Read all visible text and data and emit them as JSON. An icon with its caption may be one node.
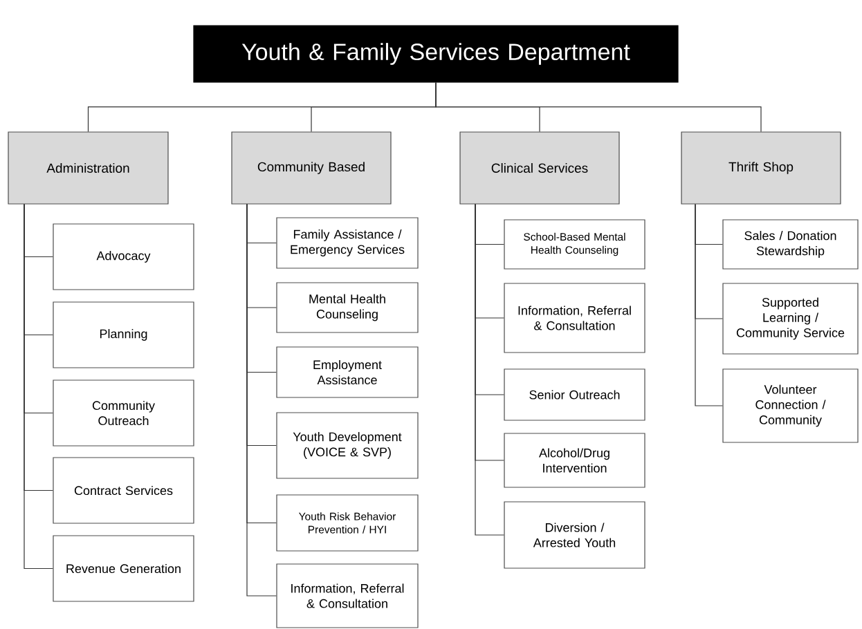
{
  "diagram": {
    "nodes": [
      {
        "text": [
          "Youth & Family Services Department"
        ]
      },
      {
        "text": [
          "Administration"
        ]
      },
      {
        "text": [
          "Community Based"
        ]
      },
      {
        "text": [
          "Clinical Services"
        ]
      },
      {
        "text": [
          "Thrift Shop"
        ]
      },
      {
        "text": [
          "Advocacy"
        ]
      },
      {
        "text": [
          "Planning"
        ]
      },
      {
        "text": [
          "Community Outreach"
        ]
      },
      {
        "text": [
          "Contract Services"
        ]
      },
      {
        "text": [
          "Revenue Generation"
        ]
      },
      {
        "text": [
          "Family Assistance / Emergency Services"
        ]
      },
      {
        "text": [
          "Mental Health Counseling"
        ]
      },
      {
        "text": [
          "Employment Assistance"
        ]
      },
      {
        "text": [
          "Youth Development (VOICE & SVP)"
        ]
      },
      {
        "text": [
          "Youth Risk Behavior Prevention / HYI"
        ]
      },
      {
        "text": [
          "Information, Referral & Consultation"
        ]
      },
      {
        "text": [
          "School-Based Mental Health Counseling"
        ]
      },
      {
        "text": [
          "Information, Referral & Consultation"
        ]
      },
      {
        "text": [
          "Senior Outreach"
        ]
      },
      {
        "text": [
          "Alcohol/Drug Intervention"
        ]
      },
      {
        "text": [
          "Diversion / Arrested Youth"
        ]
      },
      {
        "text": [
          "Sales / Donation Stewardship"
        ]
      },
      {
        "text": [
          "Supported Learning / Community Service"
        ]
      },
      {
        "text": [
          "Volunteer Connection / Community"
        ]
      }
    ],
    "edges": [
      {
        "from": 0,
        "to": 1,
        "arrow": "none"
      },
      {
        "from": 0,
        "to": 2,
        "arrow": "none"
      },
      {
        "from": 0,
        "to": 3,
        "arrow": "none"
      },
      {
        "from": 0,
        "to": 4,
        "arrow": "none"
      },
      {
        "from": 1,
        "to": 5,
        "arrow": "none"
      },
      {
        "from": 1,
        "to": 6,
        "arrow": "none"
      },
      {
        "from": 1,
        "to": 7,
        "arrow": "none"
      },
      {
        "from": 1,
        "to": 8,
        "arrow": "none"
      },
      {
        "from": 1,
        "to": 9,
        "arrow": "none"
      },
      {
        "from": 2,
        "to": 10,
        "arrow": "none"
      },
      {
        "from": 2,
        "to": 11,
        "arrow": "none"
      },
      {
        "from": 2,
        "to": 12,
        "arrow": "none"
      },
      {
        "from": 2,
        "to": 13,
        "arrow": "none"
      },
      {
        "from": 2,
        "to": 14,
        "arrow": "none"
      },
      {
        "from": 2,
        "to": 15,
        "arrow": "none"
      },
      {
        "from": 3,
        "to": 16,
        "arrow": "none"
      },
      {
        "from": 3,
        "to": 17,
        "arrow": "none"
      },
      {
        "from": 3,
        "to": 18,
        "arrow": "none"
      },
      {
        "from": 3,
        "to": 19,
        "arrow": "none"
      },
      {
        "from": 3,
        "to": 20,
        "arrow": "none"
      },
      {
        "from": 4,
        "to": 21,
        "arrow": "none"
      },
      {
        "from": 4,
        "to": 22,
        "arrow": "none"
      },
      {
        "from": 4,
        "to": 23,
        "arrow": "none"
      }
    ]
  }
}
